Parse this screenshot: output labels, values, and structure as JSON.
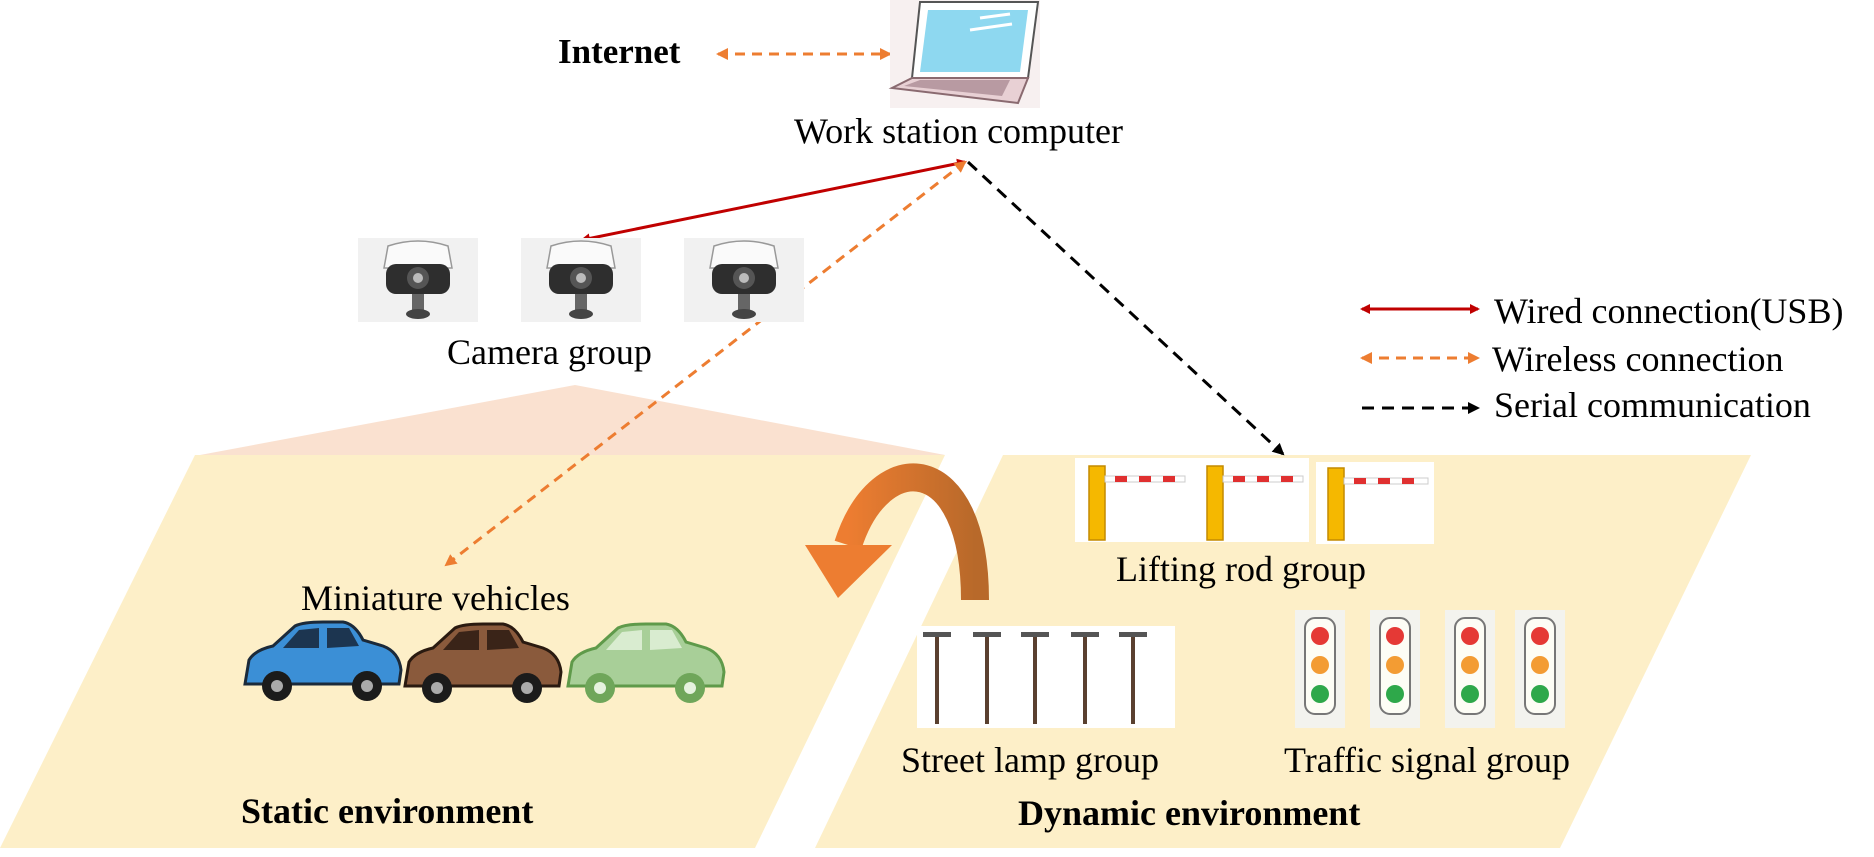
{
  "diagram": {
    "internet_label": "Internet",
    "workstation_label": "Work station computer",
    "camera_group_label": "Camera group",
    "miniature_vehicles_label": "Miniature vehicles",
    "static_environment_label": "Static environment",
    "lifting_rod_group_label": "Lifting rod group",
    "street_lamp_group_label": "Street lamp group",
    "traffic_signal_group_label": "Traffic signal group",
    "dynamic_environment_label": "Dynamic environment"
  },
  "legend": {
    "items": [
      {
        "label": "Wired connection(USB)",
        "color": "#c00000",
        "style": "solid"
      },
      {
        "label": "Wireless connection",
        "color": "#ed7d31",
        "style": "dashed"
      },
      {
        "label": "Serial communication",
        "color": "#000000",
        "style": "dashed"
      }
    ]
  },
  "colors": {
    "environment_fill": "#fdefc8",
    "camera_fan_fill": "#f9d9c4",
    "wired": "#c00000",
    "wireless": "#ed7d31",
    "serial": "#000000",
    "curved_arrow": "#e07b2a",
    "car_colors": [
      "#3b8fd6",
      "#8a5a3c",
      "#7fb26a"
    ]
  },
  "icons": {
    "workstation": "laptop-icon",
    "camera": "security-camera-icon",
    "vehicle": "car-icon",
    "lifting_rod": "barrier-gate-icon",
    "street_lamp": "street-lamp-icon",
    "traffic_signal": "traffic-light-icon"
  }
}
